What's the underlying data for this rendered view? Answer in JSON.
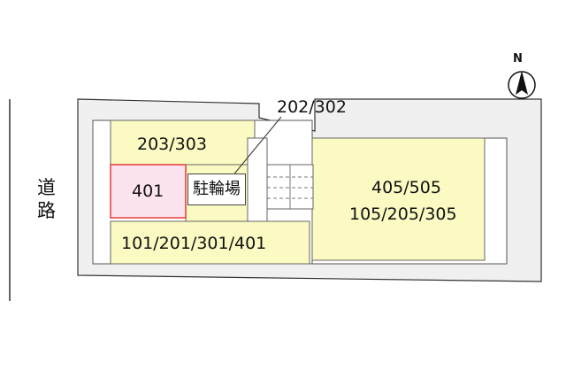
{
  "road": {
    "chars": [
      "道",
      "路"
    ]
  },
  "units": {
    "block_203_303": "203/303",
    "block_401": "401",
    "block_101_401": "101/201/301/401",
    "block_405_505": "405/505",
    "block_105_305": "105/205/305"
  },
  "callout": "202/302",
  "bike_parking": "駐輪場",
  "compass": {
    "label": "N"
  },
  "colors": {
    "unit_fill": "#fafac2",
    "highlight_fill": "#fbe3ef",
    "highlight_border": "#e53b3b",
    "lot_fill": "#f0f0f0",
    "building_fill": "#ffffff",
    "outline": "#333333"
  }
}
